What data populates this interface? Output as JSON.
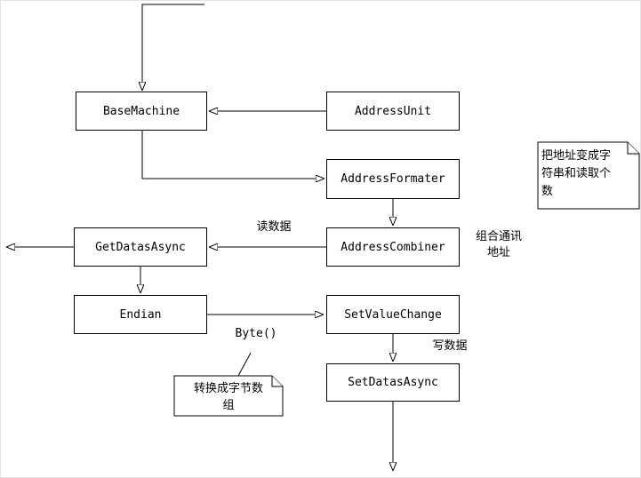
{
  "diagram": {
    "nodes": {
      "base_machine": {
        "label": "BaseMachine"
      },
      "address_unit": {
        "label": "AddressUnit"
      },
      "address_formater": {
        "label": "AddressFormater"
      },
      "get_datas_async": {
        "label": "GetDatasAsync"
      },
      "address_combiner": {
        "label": "AddressCombiner"
      },
      "endian": {
        "label": "Endian"
      },
      "set_value_change": {
        "label": "SetValueChange"
      },
      "set_datas_async": {
        "label": "SetDatasAsync"
      }
    },
    "notes": {
      "address_note": {
        "text": "把地址变成字符串和读取个数"
      },
      "byte_note": {
        "text": "转换成字节数组"
      }
    },
    "edge_labels": {
      "read_data": {
        "text": "读数据"
      },
      "combine_address": {
        "text": "组合通讯地址"
      },
      "byte_call": {
        "text": "Byte()"
      },
      "write_data": {
        "text": "写数据"
      }
    },
    "colors": {
      "line": "#000000",
      "border": "#000000",
      "background": "#ffffff",
      "text": "#000000"
    }
  }
}
